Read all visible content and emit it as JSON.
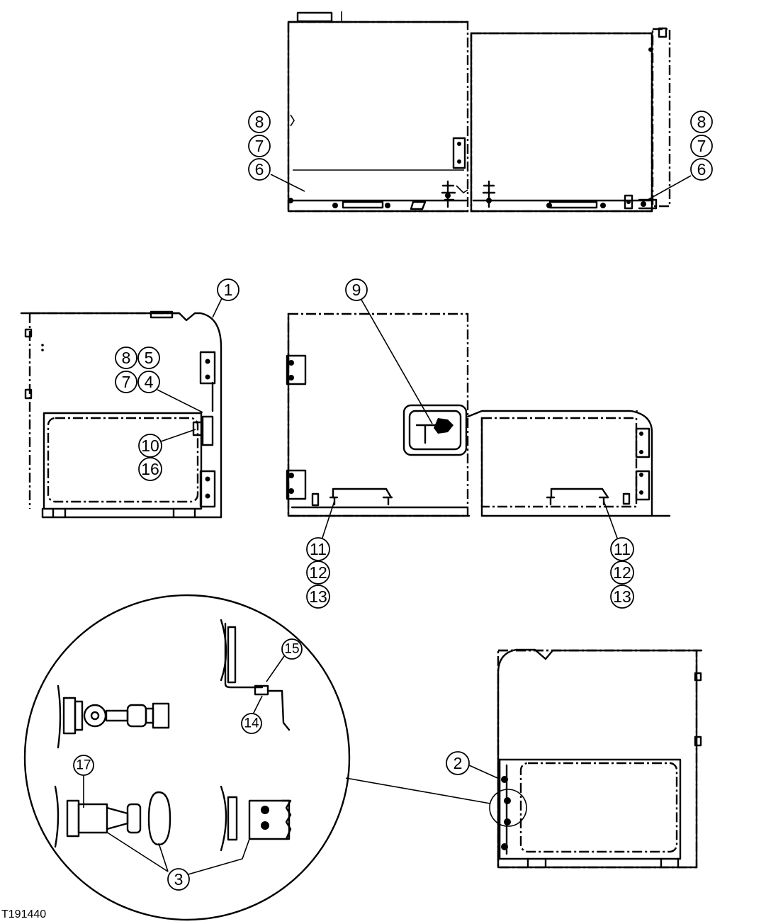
{
  "drawing_id": "T191440",
  "callouts": {
    "c1": "1",
    "c2": "2",
    "c3": "3",
    "c4": "4",
    "c5": "5",
    "c6a": "6",
    "c6b": "6",
    "c7a": "7",
    "c7b": "7",
    "c7c": "7",
    "c8a": "8",
    "c8b": "8",
    "c8c": "8",
    "c9": "9",
    "c10": "10",
    "c11a": "11",
    "c11b": "11",
    "c12a": "12",
    "c12b": "12",
    "c13a": "13",
    "c13b": "13",
    "c14": "14",
    "c15": "15",
    "c16": "16",
    "c17": "17"
  }
}
